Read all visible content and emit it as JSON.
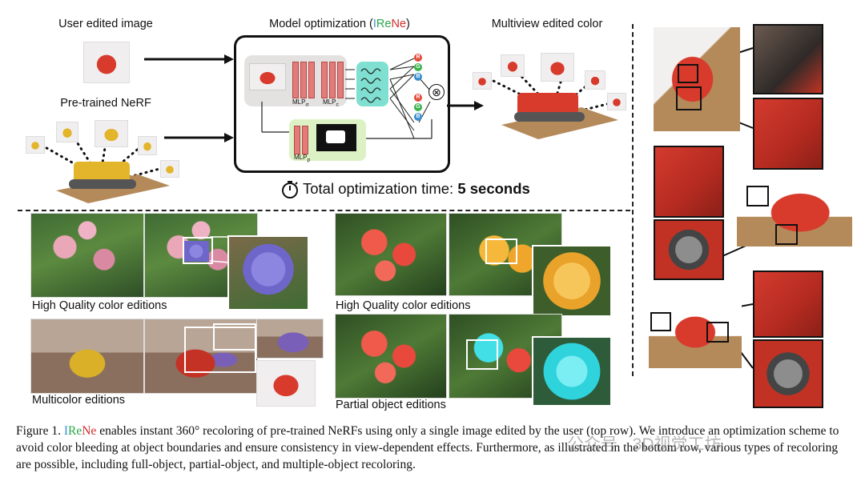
{
  "top": {
    "user_edited_label": "User edited image",
    "pretrained_label": "Pre-trained NeRF",
    "model_title_prefix": "Model optimization (",
    "model_title_suffix": ")",
    "irene_parts": [
      "I",
      "Re",
      "Ne"
    ],
    "multiview_label": "Multiview edited color",
    "time_prefix": "Total optimization time: ",
    "time_value": "5 seconds",
    "mlp_labels": [
      "MLP",
      "MLP",
      "MLP"
    ],
    "mlp_subs": [
      "σ",
      "c",
      "p"
    ],
    "rgb": [
      "R",
      "G",
      "B"
    ],
    "multiply": "⊗"
  },
  "bottom": {
    "hq_left": "High Quality color editions",
    "multicolor": "Multicolor editions",
    "hq_right": "High Quality color editions",
    "partial": "Partial object editions"
  },
  "caption": {
    "prefix": "Figure 1. ",
    "irene_parts": [
      "I",
      "Re",
      "Ne"
    ],
    "text": " enables instant 360° recoloring of pre-trained NeRFs using only a single image edited by the user (top row). We introduce an optimization scheme to avoid color bleeding at object boundaries and ensure consistency in view-dependent effects. Furthermore, as illustrated in the bottom row, various types of recoloring are possible, including full-object, partial-object, and multiple-object recoloring."
  },
  "watermark": "公众号 · 3D视觉工坊",
  "colors": {
    "i": "#3a8fd0",
    "re": "#2aa84a",
    "ne": "#d42a2a"
  },
  "icons": {
    "timer": "stopwatch-icon",
    "multiply": "multiply-circle-icon"
  }
}
